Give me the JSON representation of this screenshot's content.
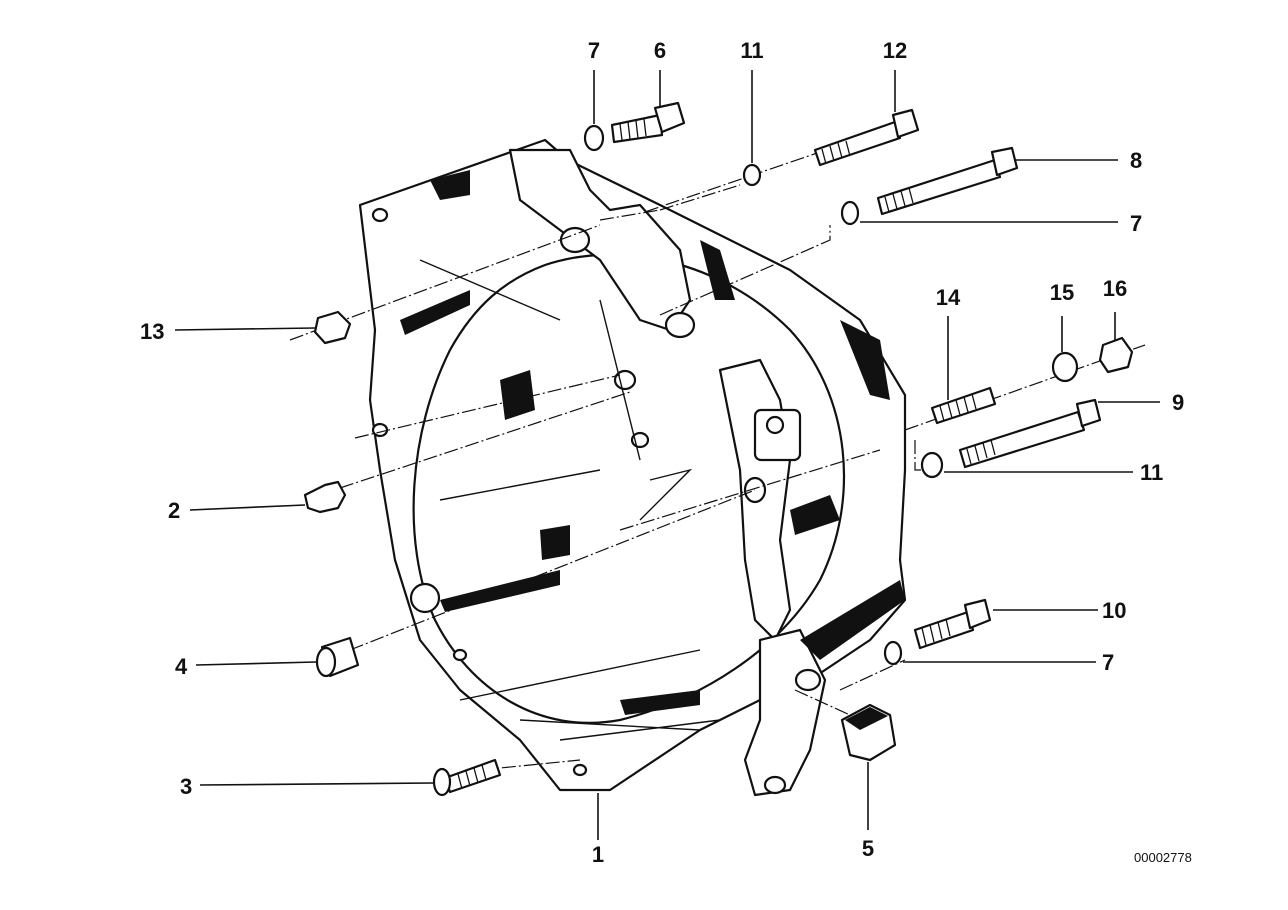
{
  "diagram": {
    "reference_number": "00002778",
    "callouts": [
      {
        "id": "1",
        "label": "1"
      },
      {
        "id": "2",
        "label": "2"
      },
      {
        "id": "3",
        "label": "3"
      },
      {
        "id": "4",
        "label": "4"
      },
      {
        "id": "5",
        "label": "5"
      },
      {
        "id": "6",
        "label": "6"
      },
      {
        "id": "7a",
        "label": "7"
      },
      {
        "id": "7b",
        "label": "7"
      },
      {
        "id": "7c",
        "label": "7"
      },
      {
        "id": "8",
        "label": "8"
      },
      {
        "id": "9",
        "label": "9"
      },
      {
        "id": "10",
        "label": "10"
      },
      {
        "id": "11a",
        "label": "11"
      },
      {
        "id": "11b",
        "label": "11"
      },
      {
        "id": "12",
        "label": "12"
      },
      {
        "id": "13",
        "label": "13"
      },
      {
        "id": "14",
        "label": "14"
      },
      {
        "id": "15",
        "label": "15"
      },
      {
        "id": "16",
        "label": "16"
      }
    ]
  }
}
